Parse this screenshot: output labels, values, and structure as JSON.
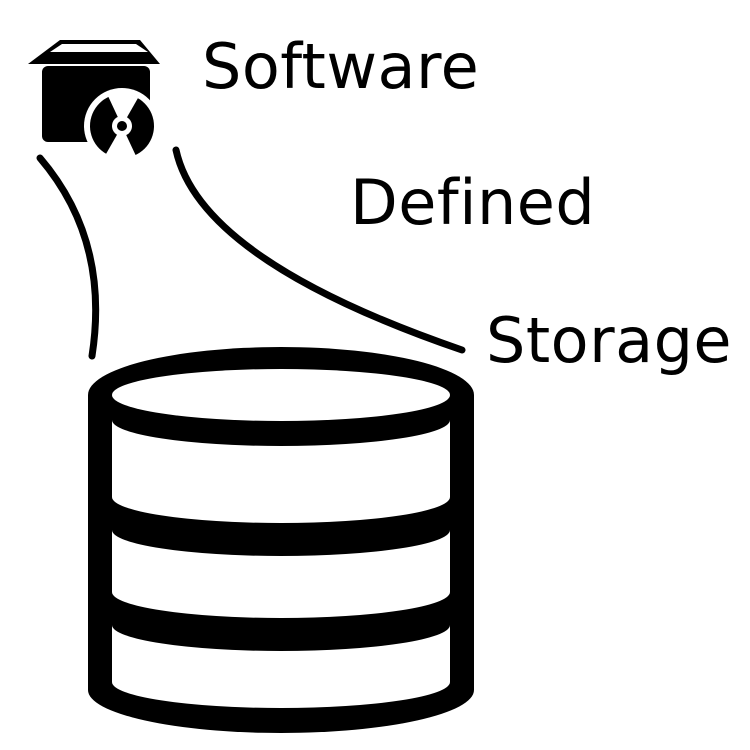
{
  "labels": {
    "line1": "Software",
    "line2": "Defined",
    "line3": "Storage"
  },
  "icons": {
    "software": "software-package-disc-icon",
    "storage": "database-cylinder-icon"
  },
  "colors": {
    "ink": "#000000",
    "background": "#ffffff"
  }
}
